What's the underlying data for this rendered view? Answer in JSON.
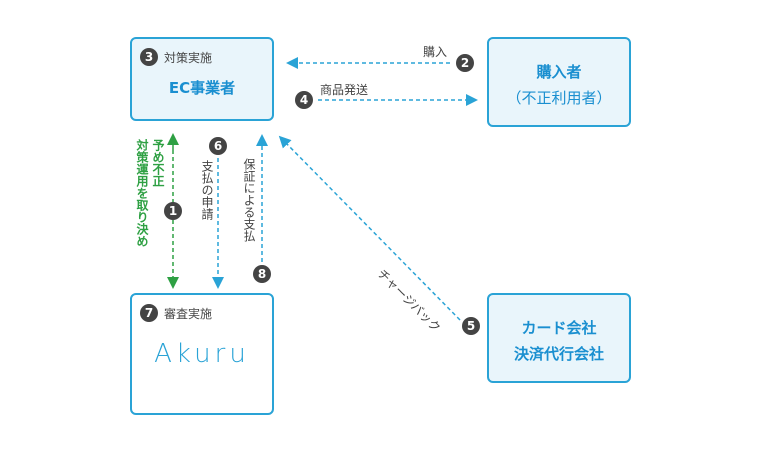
{
  "ec_box": {
    "badge": "3",
    "caption": "対策実施",
    "title": "EC事業者"
  },
  "buyer_box": {
    "title": "購入者",
    "subtitle": "（不正利用者）"
  },
  "card_box": {
    "title_line1": "カード会社",
    "title_line2": "決済代行会社"
  },
  "akuru_box": {
    "badge": "7",
    "caption": "審査実施",
    "logo": "Akuru"
  },
  "arrows": {
    "purchase": {
      "badge": "2",
      "label": "購入"
    },
    "shipping": {
      "badge": "4",
      "label": "商品発送"
    },
    "chargeback": {
      "badge": "5",
      "label": "チャージバック"
    },
    "prearrange": {
      "badge": "1",
      "label_line1": "予め不正",
      "label_line2": "対策運用を取り決め"
    },
    "payment_request": {
      "badge": "6",
      "label": "支払の申請"
    },
    "guaranteed_payment": {
      "badge": "8",
      "label": "保証による支払"
    }
  },
  "colors": {
    "border": "#2aa3d6",
    "title": "#1a8fd0",
    "green": "#2ea043",
    "badge": "#444444"
  }
}
